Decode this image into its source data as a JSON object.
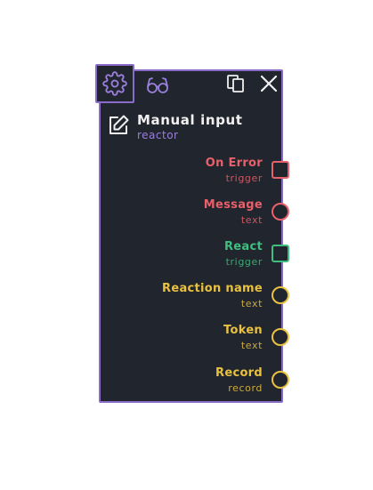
{
  "node": {
    "title": "Manual input",
    "subtitle": "reactor",
    "toolbar": {
      "settings_icon": "gear-icon",
      "glasses_icon": "glasses-icon",
      "copy_icon": "copy-icon",
      "close_icon": "close-icon"
    },
    "header_icon": "edit-icon",
    "accent_color": "#8a6bc7",
    "ports": [
      {
        "label": "On Error",
        "type": "trigger",
        "shape": "square",
        "color": "#e8606a"
      },
      {
        "label": "Message",
        "type": "text",
        "shape": "circle",
        "color": "#e8606a"
      },
      {
        "label": "React",
        "type": "trigger",
        "shape": "square",
        "color": "#3fbf7f"
      },
      {
        "label": "Reaction name",
        "type": "text",
        "shape": "circle",
        "color": "#e9c13f"
      },
      {
        "label": "Token",
        "type": "text",
        "shape": "circle",
        "color": "#e9c13f"
      },
      {
        "label": "Record",
        "type": "record",
        "shape": "circle",
        "color": "#e9c13f"
      }
    ]
  }
}
